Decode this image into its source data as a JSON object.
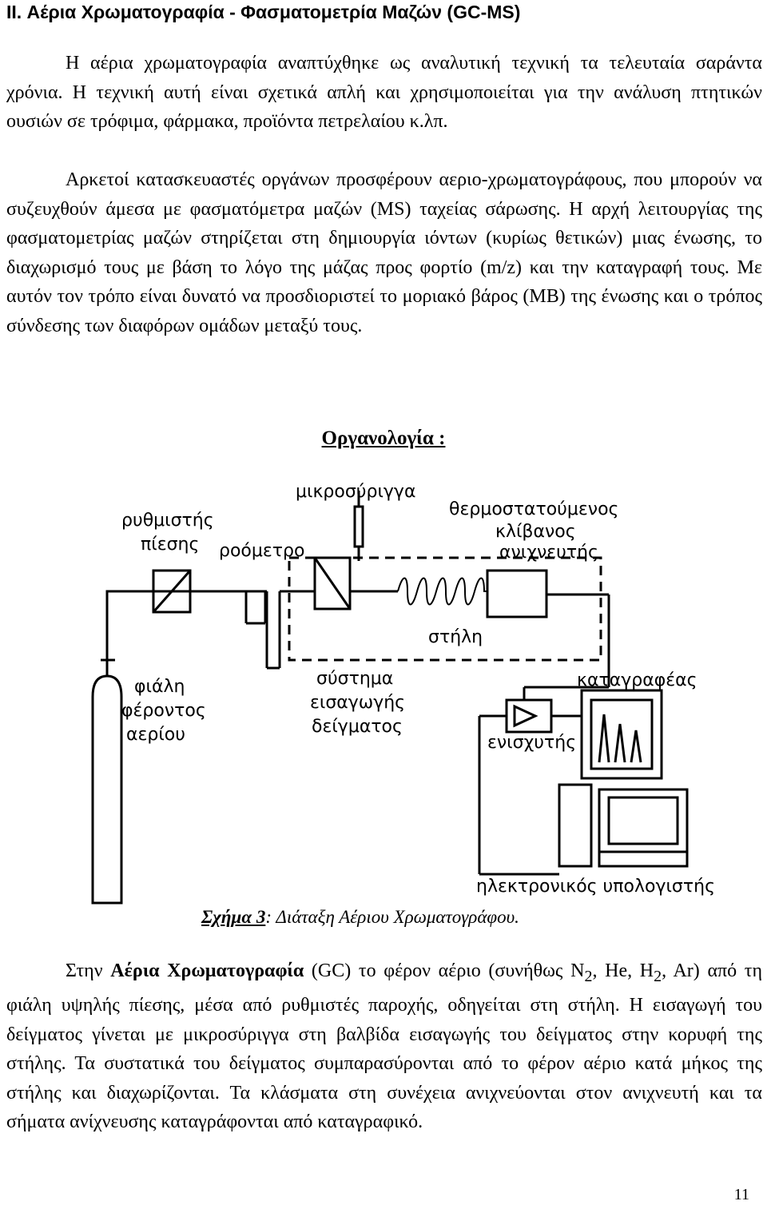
{
  "heading": "II.   Αέρια Χρωματογραφία - Φασματομετρία Μαζών (GC-MS)",
  "intro": {
    "p1": "Η αέρια χρωματογραφία αναπτύχθηκε ως αναλυτική τεχνική τα τελευταία σαράντα χρόνια. Η τεχνική αυτή είναι σχετικά απλή και χρησιμοποιείται για την ανάλυση πτητικών ουσιών σε τρόφιμα, φάρμακα, προϊόντα πετρελαίου κ.λπ.",
    "p2": "Αρκετοί κατασκευαστές οργάνων προσφέρουν αεριο-χρωματογράφους, που μπορούν να συζευχθούν άμεσα με φασματόμετρα μαζών (MS) ταχείας σάρωσης. Η αρχή λειτουργίας της φασματομετρίας μαζών στηρίζεται στη δημιουργία ιόντων (κυρίως θετικών) μιας ένωσης, το διαχωρισμό τους με βάση το λόγο της μάζας προς φορτίο (m/z) και την καταγραφή τους. Με αυτόν τον τρόπο είναι δυνατό να προσδιοριστεί το μοριακό βάρος (MB) της ένωσης και ο τρόπος σύνδεσης των διαφόρων ομάδων μεταξύ τους."
  },
  "subheading": "Οργανολογία :",
  "diagram": {
    "labels": {
      "microsyringe": "μικροσύριγγα",
      "thermo1": "θερμοστατούμενος",
      "thermo2": "κλίβανος",
      "detector": "ανιχνευτής",
      "regulator1": "ρυθμιστής",
      "regulator2": "πίεσης",
      "flowmeter": "ροόμετρο",
      "column": "στήλη",
      "injection1": "σύστημα",
      "injection2": "εισαγωγής",
      "injection3": "δείγματος",
      "cylinder1": "φιάλη",
      "cylinder2": "φέροντος",
      "cylinder3": "αερίου",
      "recorder": "καταγραφέας",
      "amplifier": "ενισχυτής",
      "computer": "ηλεκτρονικός υπολογιστής"
    }
  },
  "caption": {
    "label": "Σχήμα 3",
    "colon": ":",
    "text": " Διάταξη Αέριου Χρωματογράφου."
  },
  "body2": {
    "t1": "Στην ",
    "bold": "Αέρια Χρωματογραφία",
    "t2": " (GC) το φέρον αέριο (συνήθως N",
    "sub1": "2",
    "t3": ", He, H",
    "sub2": "2",
    "t4": ", Ar) από τη φιάλη υψηλής πίεσης, μέσα από ρυθμιστές παροχής, οδηγείται στη στήλη. Η εισαγωγή του δείγματος γίνεται με μικροσύριγγα στη βαλβίδα εισαγωγής του δείγματος στην κορυφή της στήλης. Τα συστατικά του δείγματος συμπαρασύρονται από το φέρον αέριο κατά μήκος της στήλης και διαχωρίζονται. Τα κλάσματα στη συνέχεια ανιχνεύονται στον ανιχνευτή και τα σήματα ανίχνευσης καταγράφονται από καταγραφικό."
  },
  "page_number": "11"
}
